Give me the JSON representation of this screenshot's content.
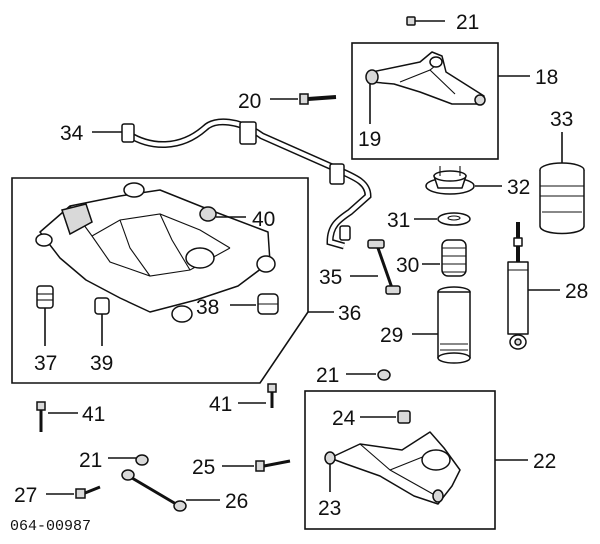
{
  "diagram": {
    "figure_code": "064-00987",
    "labels": {
      "p18": "18",
      "p19": "19",
      "p20": "20",
      "p21a": "21",
      "p21b": "21",
      "p21c": "21",
      "p22": "22",
      "p23": "23",
      "p24": "24",
      "p25": "25",
      "p26": "26",
      "p27": "27",
      "p28": "28",
      "p29": "29",
      "p30": "30",
      "p31": "31",
      "p32": "32",
      "p33": "33",
      "p34": "34",
      "p35": "35",
      "p36": "36",
      "p37": "37",
      "p38": "38",
      "p39": "39",
      "p40": "40",
      "p41a": "41",
      "p41b": "41"
    }
  }
}
